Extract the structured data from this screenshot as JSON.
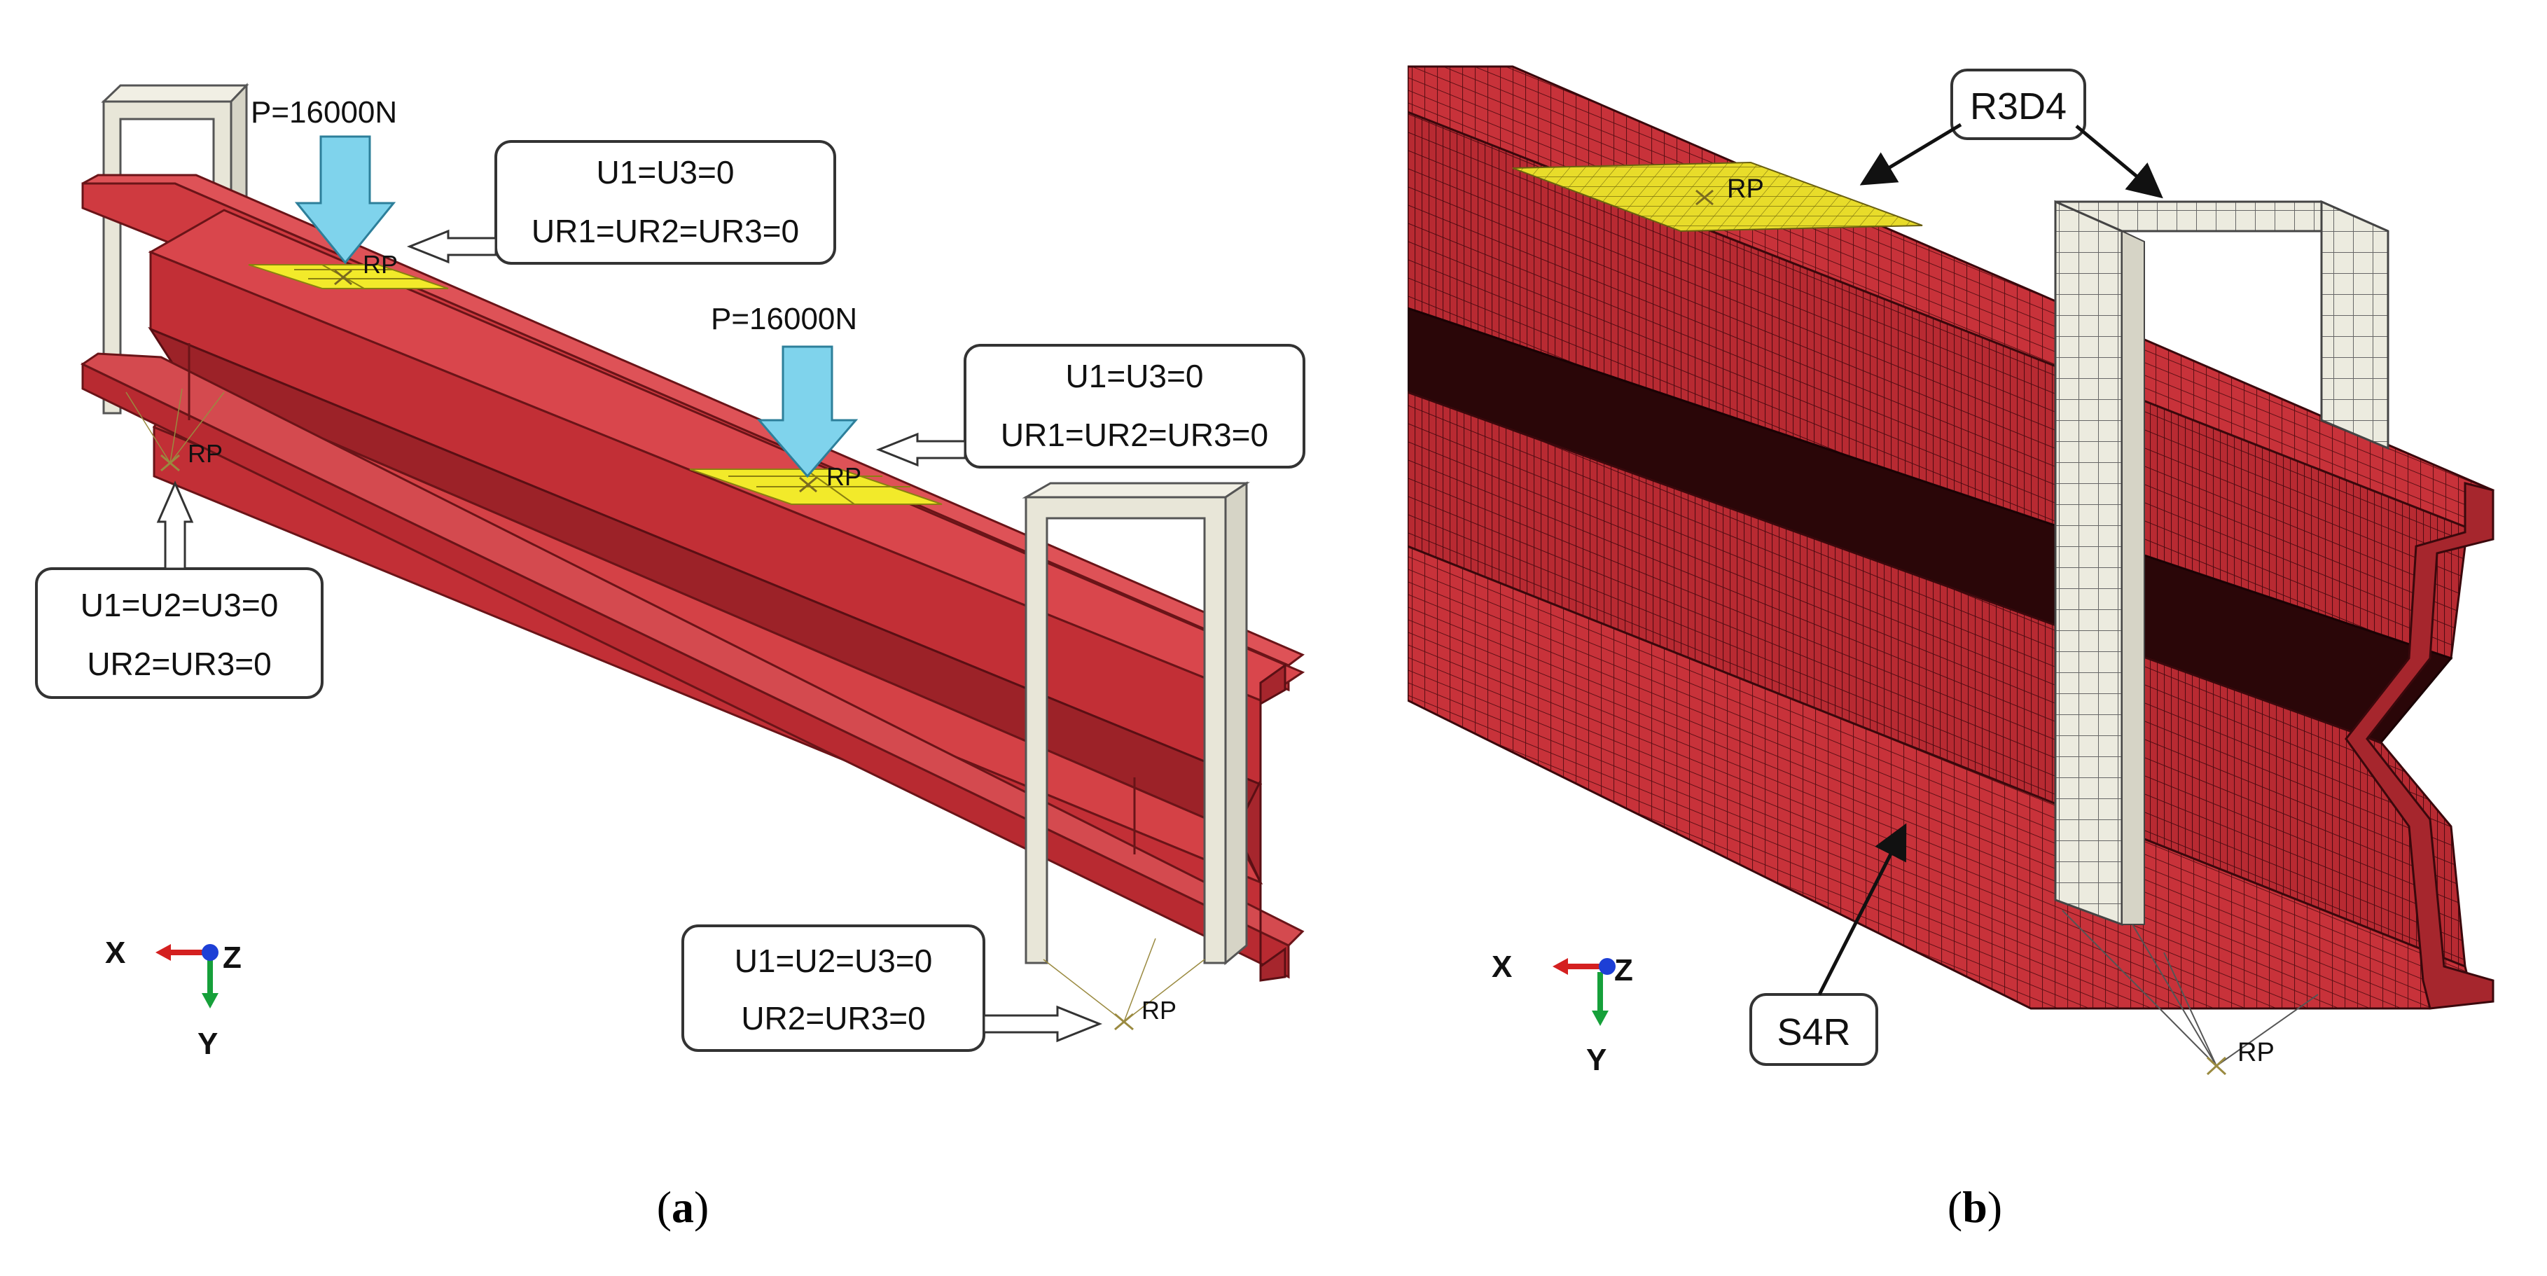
{
  "panel_a": {
    "load_left": "P=16000N",
    "load_right": "P=16000N",
    "bc_top_left_line1": "U1=U3=0",
    "bc_top_left_line2": "UR1=UR2=UR3=0",
    "bc_top_right_line1": "U1=U3=0",
    "bc_top_right_line2": "UR1=UR2=UR3=0",
    "bc_support_left_line1": "U1=U2=U3=0",
    "bc_support_left_line2": "UR2=UR3=0",
    "bc_support_right_line1": "U1=U2=U3=0",
    "bc_support_right_line2": "UR2=UR3=0",
    "rp_load_left": "RP",
    "rp_load_right": "RP",
    "rp_support_left": "RP",
    "rp_support_right": "RP",
    "axis_x": "X",
    "axis_y": "Y",
    "axis_z": "Z",
    "caption": "(a)"
  },
  "panel_b": {
    "label_rigid": "R3D4",
    "label_shell": "S4R",
    "rp_top": "RP",
    "rp_bottom": "RP",
    "axis_x": "X",
    "axis_y": "Y",
    "axis_z": "Z",
    "caption": "(b)"
  },
  "colors": {
    "beam": "#c8323a",
    "beam_dark": "#8a1e24",
    "beam_light": "#d9464c",
    "yoke": "#e8e6d8",
    "plate": "#f2ea2a",
    "arrow": "#7fd3ec",
    "axis_x": "#d42020",
    "axis_y": "#16a03a",
    "axis_z": "#1d3fd6"
  }
}
